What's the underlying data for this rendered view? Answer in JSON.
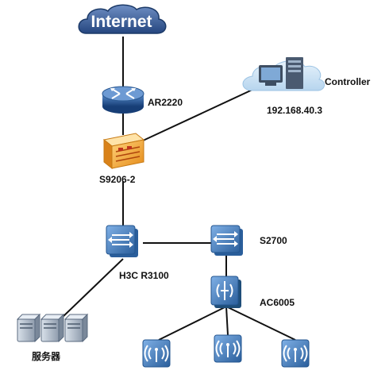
{
  "diagram": {
    "internet_label": "Internet",
    "router_label": "AR2220",
    "core_label": "S9206-2",
    "controller_label": "Controller",
    "controller_ip": "192.168.40.3",
    "h3c_label": "H3C R3100",
    "s2700_label": "S2700",
    "ac_label": "AC6005",
    "servers_label": "服务器"
  },
  "colors": {
    "link": "#111111",
    "cloud_fill": "#2f5597",
    "device_blue": "#1f4e79",
    "switch_blue": "#3d78b3",
    "firewall_orange": "#f0a030",
    "server_gray": "#9aa7b8"
  }
}
